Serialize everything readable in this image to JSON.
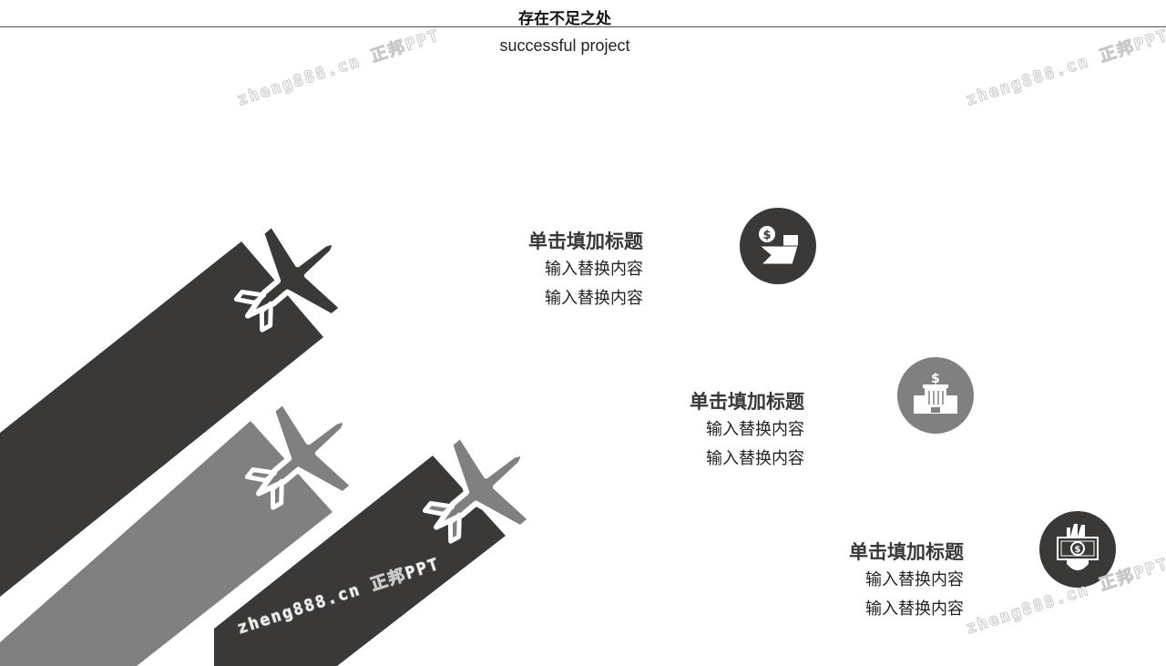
{
  "header": {
    "title": "存在不足之处",
    "subtitle": "successful project"
  },
  "items": [
    {
      "heading": "单击填加标题",
      "line1": "输入替换内容",
      "line2": "输入替换内容",
      "icon": "money-folder-icon",
      "color": "#3b3838"
    },
    {
      "heading": "单击填加标题",
      "line1": "输入替换内容",
      "line2": "输入替换内容",
      "icon": "bank-icon",
      "color": "#808080"
    },
    {
      "heading": "单击填加标题",
      "line1": "输入替换内容",
      "line2": "输入替换内容",
      "icon": "cash-in-hand-icon",
      "color": "#3b3838"
    }
  ],
  "watermark": "zheng888.cn 正邦PPT",
  "colors": {
    "dark": "#3b3838",
    "gray": "#808080"
  }
}
